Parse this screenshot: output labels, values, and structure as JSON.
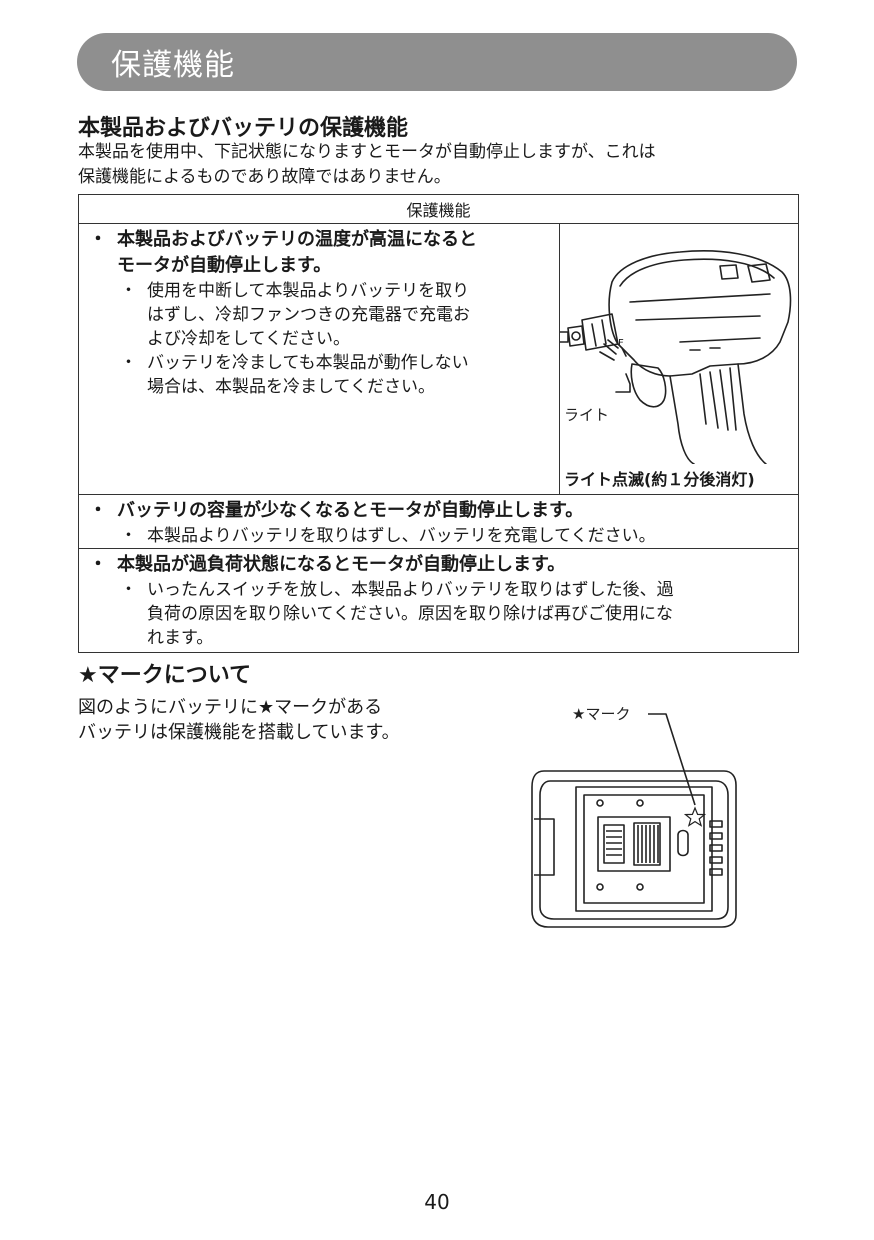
{
  "header": {
    "title": "保護機能"
  },
  "section1": {
    "title": "本製品およびバッテリの保護機能",
    "intro_line1": "本製品を使用中、下記状態になりますとモータが自動停止しますが、これは",
    "intro_line2": "保護機能によるものであり故障ではありません。"
  },
  "table": {
    "header": "保護機能",
    "bullet": "・",
    "row1": {
      "main_line1": "本製品およびバッテリの温度が高温になると",
      "main_line2": "モータが自動停止します。",
      "sub1_line1": "使用を中断して本製品よりバッテリを取り",
      "sub1_line2": "はずし、冷却ファンつきの充電器で充電お",
      "sub1_line3": "よび冷却をしてください。",
      "sub2_line1": "バッテリを冷ましても本製品が動作しない",
      "sub2_line2": "場合は、本製品を冷ましてください。",
      "image_label": "ライト",
      "image_caption": "ライト点滅(約１分後消灯)"
    },
    "row2": {
      "main": "バッテリの容量が少なくなるとモータが自動停止します。",
      "sub": "本製品よりバッテリを取りはずし、バッテリを充電してください。"
    },
    "row3": {
      "main": "本製品が過負荷状態になるとモータが自動停止します。",
      "sub_line1": "いったんスイッチを放し、本製品よりバッテリを取りはずした後、過",
      "sub_line2": "負荷の原因を取り除いてください。原因を取り除けば再びご使用にな",
      "sub_line3": "れます。"
    }
  },
  "section2": {
    "title": "★マークについて",
    "text_line1": "図のようにバッテリに★マークがある",
    "text_line2": "バッテリは保護機能を搭載しています。",
    "image_label": "★マーク"
  },
  "page_number": "40"
}
